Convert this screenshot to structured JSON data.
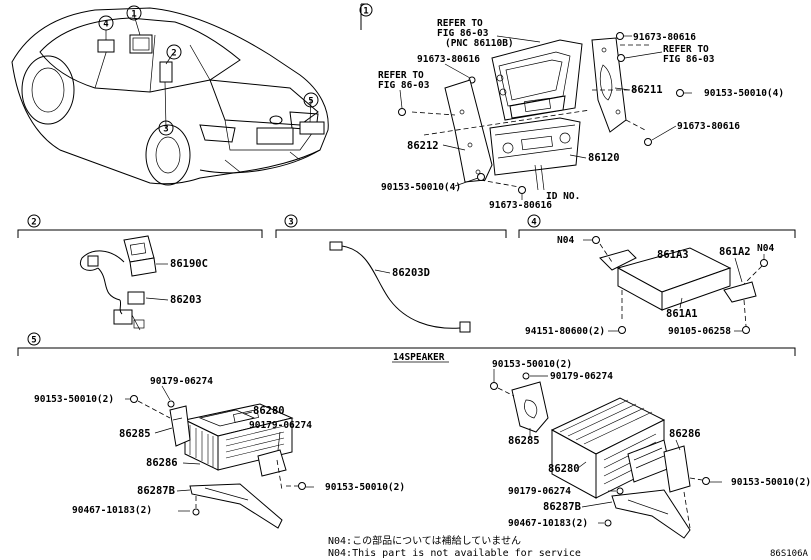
{
  "sections": {
    "s1": "1",
    "s2": "2",
    "s3": "3",
    "s4": "4",
    "s5": "5"
  },
  "car_callouts": [
    "4",
    "1",
    "2",
    "3",
    "5"
  ],
  "section1": {
    "refer_top_1": "REFER TO",
    "refer_top_2": "FIG 86-03",
    "refer_top_3": "(PNC 86110B)",
    "refer_left_1": "REFER TO",
    "refer_left_2": "FIG 86-03",
    "refer_right_1": "REFER TO",
    "refer_right_2": "FIG 86-03",
    "p_91673_a": "91673-80616",
    "p_91673_b": "91673-80616",
    "p_91673_c": "91673-80616",
    "p_91673_d": "91673-80616",
    "p_90153_a": "90153-50010(4)",
    "p_90153_b": "90153-50010(4)",
    "p_86211": "86211",
    "p_86212": "86212",
    "p_86120": "86120",
    "id_no": "ID NO."
  },
  "section2": {
    "p_86190c": "86190C",
    "p_86203": "86203"
  },
  "section3": {
    "p_86203d": "86203D"
  },
  "section4": {
    "n04_a": "N04",
    "n04_b": "N04",
    "p_861a3": "861A3",
    "p_861a2": "861A2",
    "p_861a1": "861A1",
    "p_94151": "94151-80600(2)",
    "p_90105": "90105-06258"
  },
  "section5": {
    "speaker_label": "14SPEAKER",
    "left": {
      "p_90179": "90179-06274",
      "p_90153_a": "90153-50010(2)",
      "p_86280": "86280",
      "p_86285": "86285",
      "p_90179_b": "90179-06274",
      "p_86286": "86286",
      "p_86287b": "86287B",
      "p_90153_b": "90153-50010(2)",
      "p_90467": "90467-10183(2)"
    },
    "right": {
      "p_90153_a": "90153-50010(2)",
      "p_90179_a": "90179-06274",
      "p_86285": "86285",
      "p_86286": "86286",
      "p_86280": "86280",
      "p_90179_b": "90179-06274",
      "p_86287b": "86287B",
      "p_90153_b": "90153-50010(2)",
      "p_90467": "90467-10183(2)"
    }
  },
  "footer": {
    "note_jp": "N04:この部品については補給していません",
    "note_en": "N04:This part is not available for service",
    "fig_code": "86S106A"
  }
}
